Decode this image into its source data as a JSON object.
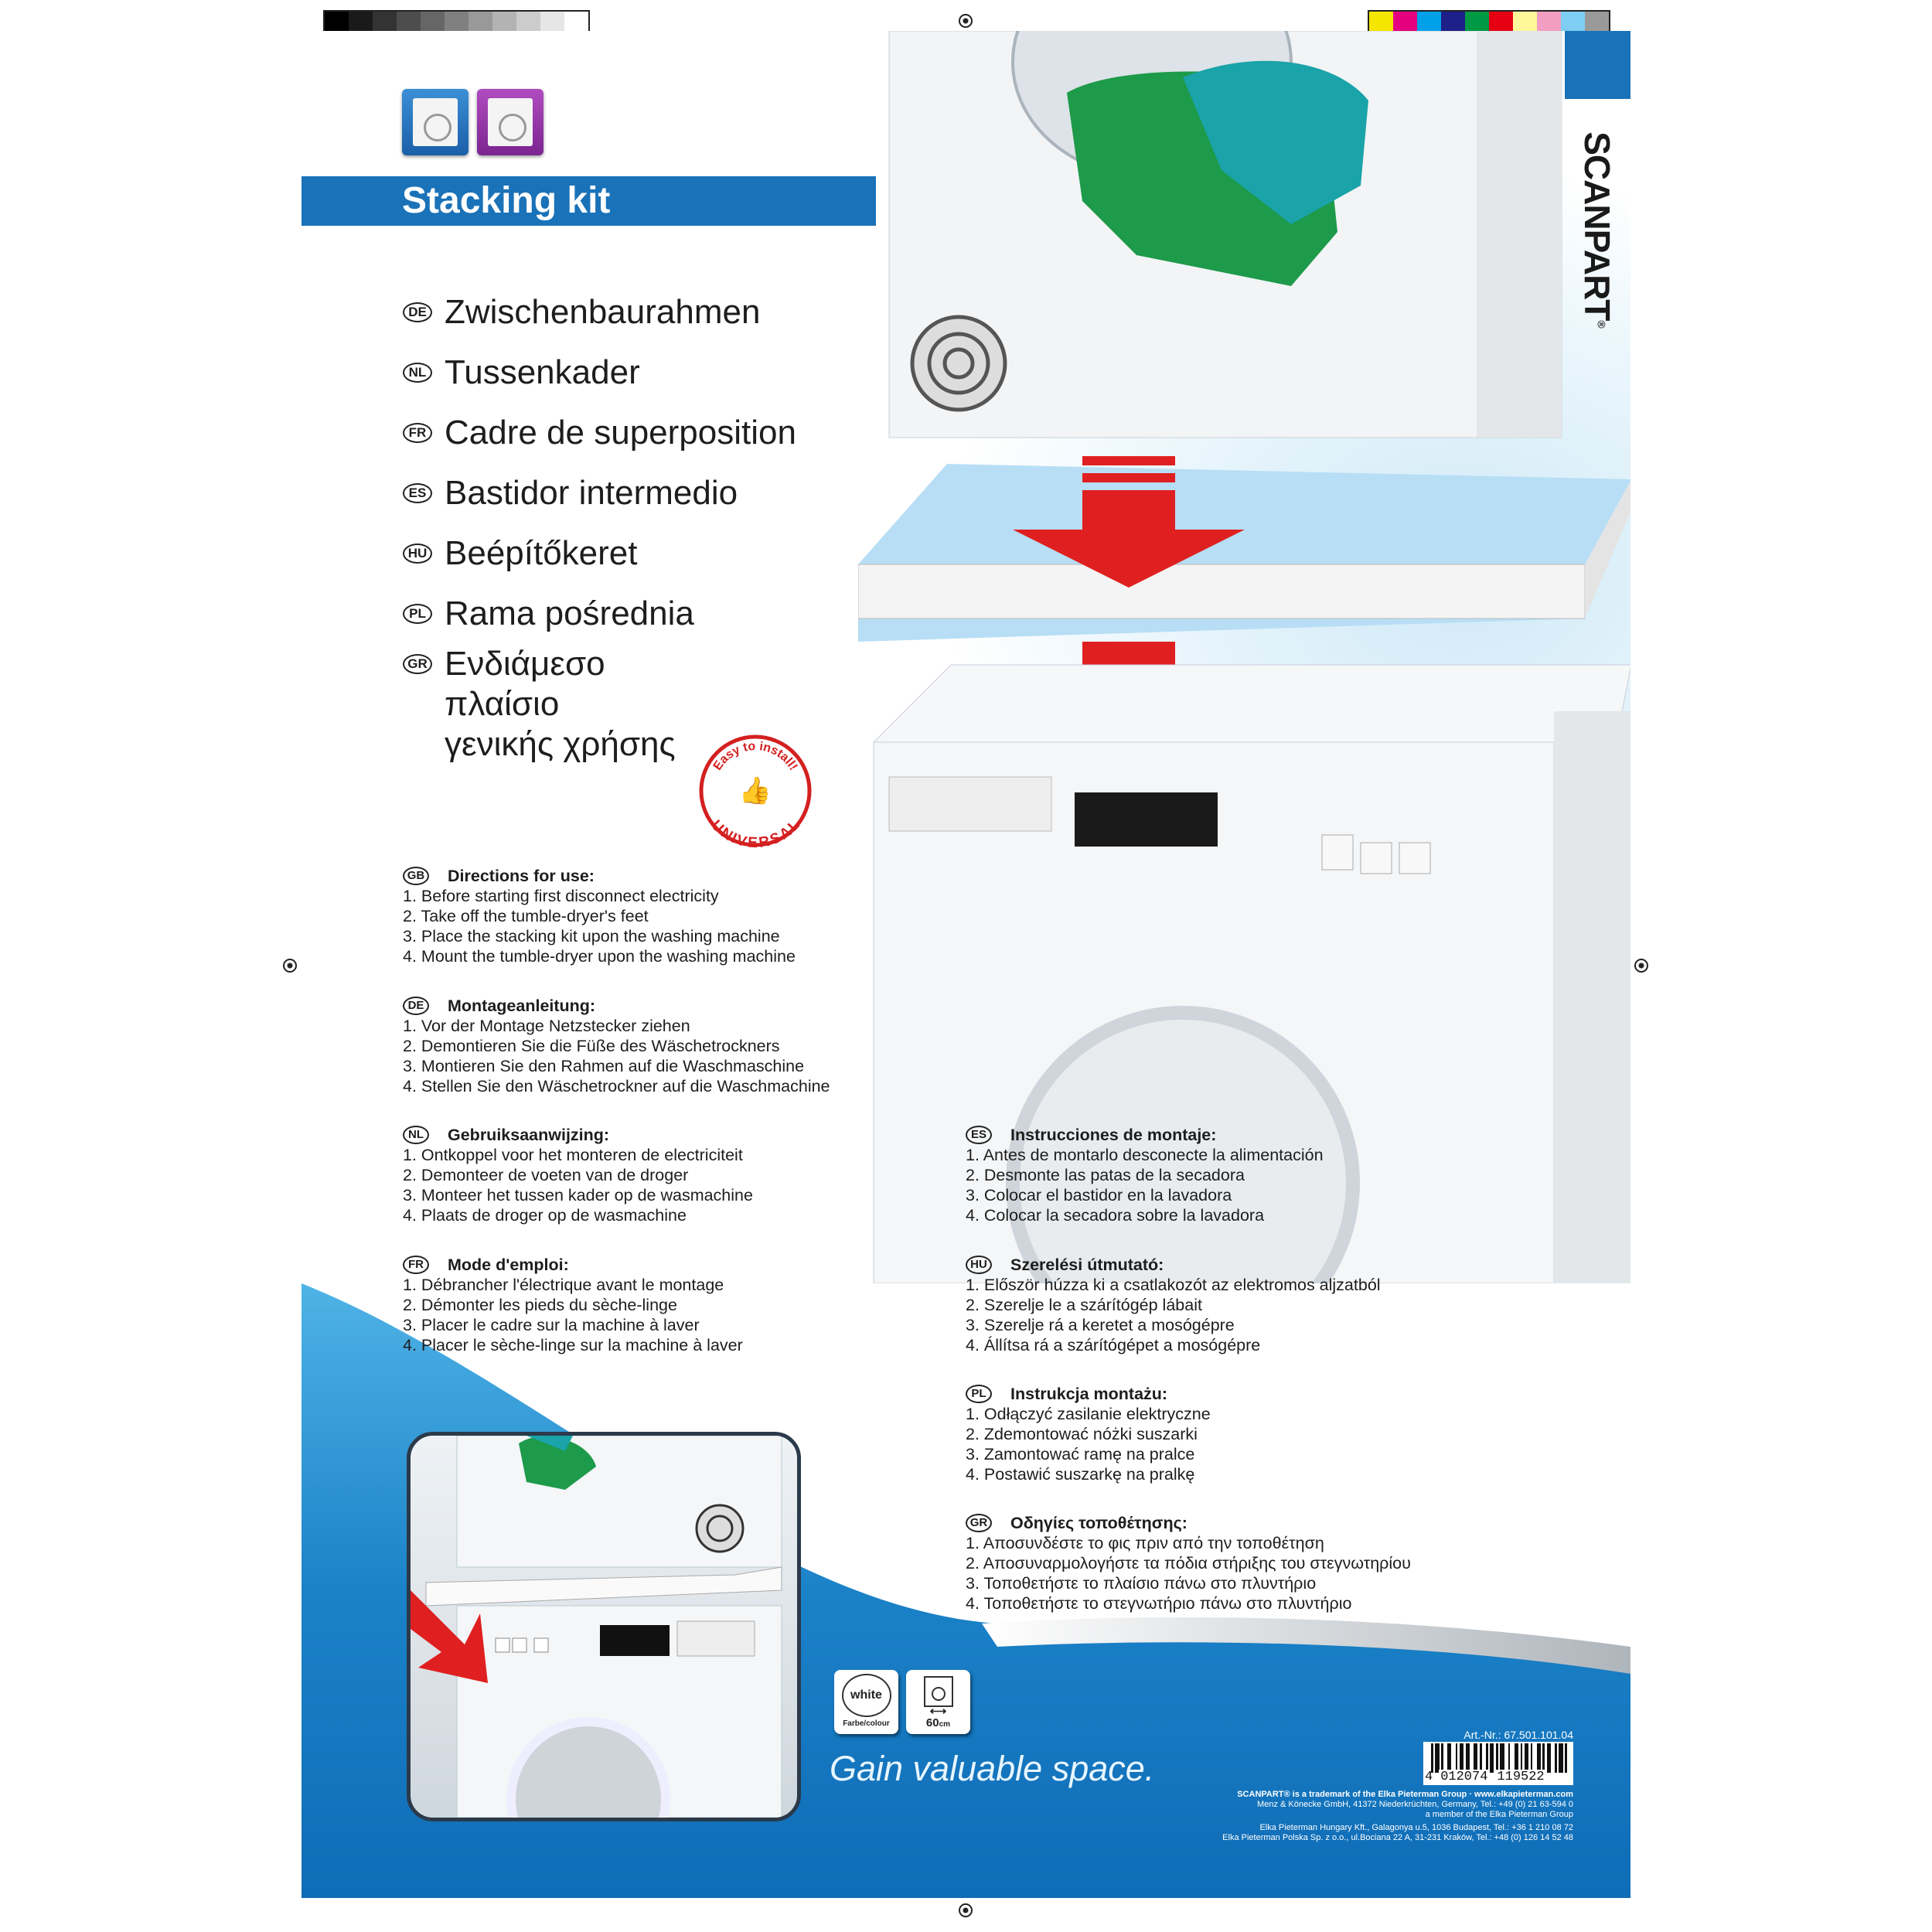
{
  "header": {
    "title": "Stacking kit"
  },
  "brand": {
    "name": "SCANPART",
    "registered": "®"
  },
  "product_names": [
    {
      "code": "DE",
      "text": "Zwischenbaurahmen"
    },
    {
      "code": "NL",
      "text": "Tussenkader"
    },
    {
      "code": "FR",
      "text": "Cadre de superposition"
    },
    {
      "code": "ES",
      "text": "Bastidor intermedio"
    },
    {
      "code": "HU",
      "text": "Beépítőkeret"
    },
    {
      "code": "PL",
      "text": "Rama pośrednia"
    },
    {
      "code": "GR",
      "text": "Ενδιάμεσο πλαίσιο γενικής χρήσης"
    }
  ],
  "badge": {
    "top": "Easy to install!",
    "bottom": "UNIVERSAL"
  },
  "directions": [
    {
      "code": "GB",
      "title": "Directions for use:",
      "steps": [
        "1. Before starting first disconnect electricity",
        "2. Take off the tumble-dryer's feet",
        "3. Place the stacking kit upon the washing machine",
        "4. Mount the tumble-dryer upon the washing machine"
      ]
    },
    {
      "code": "DE",
      "title": "Montageanleitung:",
      "steps": [
        "1. Vor der Montage Netzstecker ziehen",
        "2. Demontieren Sie die Füße des Wäschetrockners",
        "3. Montieren Sie den Rahmen auf die Waschmaschine",
        "4. Stellen Sie den Wäschetrockner auf die Waschmachine"
      ]
    },
    {
      "code": "NL",
      "title": "Gebruiksaanwijzing:",
      "steps": [
        "1. Ontkoppel voor het monteren de electriciteit",
        "2. Demonteer de voeten van de droger",
        "3. Monteer het tussen kader op de wasmachine",
        "4. Plaats de droger op de wasmachine"
      ]
    },
    {
      "code": "FR",
      "title": "Mode d'emploi:",
      "steps": [
        "1. Débrancher l'électrique avant le montage",
        "2. Démonter les pieds du sèche-linge",
        "3. Placer le cadre sur la machine à laver",
        "4. Placer le sèche-linge sur la machine à laver"
      ]
    },
    {
      "code": "ES",
      "title": "Instrucciones de montaje:",
      "steps": [
        "1. Antes de montarlo desconecte la alimentación",
        "2. Desmonte las patas de la secadora",
        "3. Colocar el bastidor en la lavadora",
        "4. Colocar la secadora sobre la lavadora"
      ]
    },
    {
      "code": "HU",
      "title": "Szerelési útmutató:",
      "steps": [
        "1. Először húzza ki a csatlakozót az elektromos aljzatból",
        "2. Szerelje le a szárítógép lábait",
        "3. Szerelje rá a keretet a mosógépre",
        "4. Állítsa rá a szárítógépet a mosógépre"
      ]
    },
    {
      "code": "PL",
      "title": "Instrukcja montażu:",
      "steps": [
        "1. Odłączyć zasilanie elektryczne",
        "2. Zdemontować nóżki suszarki",
        "3. Zamontować ramę na pralce",
        "4. Postawić suszarkę na pralkę"
      ]
    },
    {
      "code": "GR",
      "title": "Οδηγίες τοποθέτησης:",
      "steps": [
        "1. Αποσυνδέστε το φις πριν από την τοποθέτηση",
        "2. Αποσυναρμολογήστε τα πόδια  στήριξης του στεγνωτηρίου",
        "3. Τοποθετήστε το πλαίσιο πάνω στο πλυντήριο",
        "4. Τοποθετήστε το στεγνωτήριο πάνω στο πλυντήριο"
      ]
    }
  ],
  "features": {
    "colour_value": "white",
    "colour_label": "Farbe/colour",
    "width_value": "60",
    "width_unit": "cm"
  },
  "slogan": "Gain valuable space.",
  "article": {
    "label": "Art.-Nr.: 67.501.101.04",
    "ean_first": "4",
    "ean_left": "012074",
    "ean_right": "119522"
  },
  "footer": [
    "SCANPART® is a trademark of the Elka Pieterman Group · www.elkapieterman.com",
    "Menz & Könecke GmbH, 41372 Niederkrüchten, Germany, Tel.: +49 (0) 21 63-594 0",
    "a member of the Elka Pieterman Group",
    "Elka Pieterman Hungary Kft., Galagonya u.5, 1036 Budapest, Tel.: +36 1 210 08 72",
    "Elka Pieterman Polska Sp. z o.o., ul.Bociana 22 A, 31-231 Kraków, Tel.: +48 (0) 126 14 52 48"
  ],
  "colors": {
    "brand_blue": "#1a72b8",
    "arrow_red": "#e02020",
    "greys": [
      "#000",
      "#1a1a1a",
      "#333",
      "#4d4d4d",
      "#666",
      "#808080",
      "#999",
      "#b3b3b3",
      "#ccc",
      "#e6e6e6",
      "#fff"
    ],
    "process": [
      "#f5e600",
      "#e4007f",
      "#00a0e9",
      "#1d2088",
      "#009944",
      "#e60012",
      "#fff799",
      "#f19ec2",
      "#7ecef4",
      "#999"
    ]
  }
}
